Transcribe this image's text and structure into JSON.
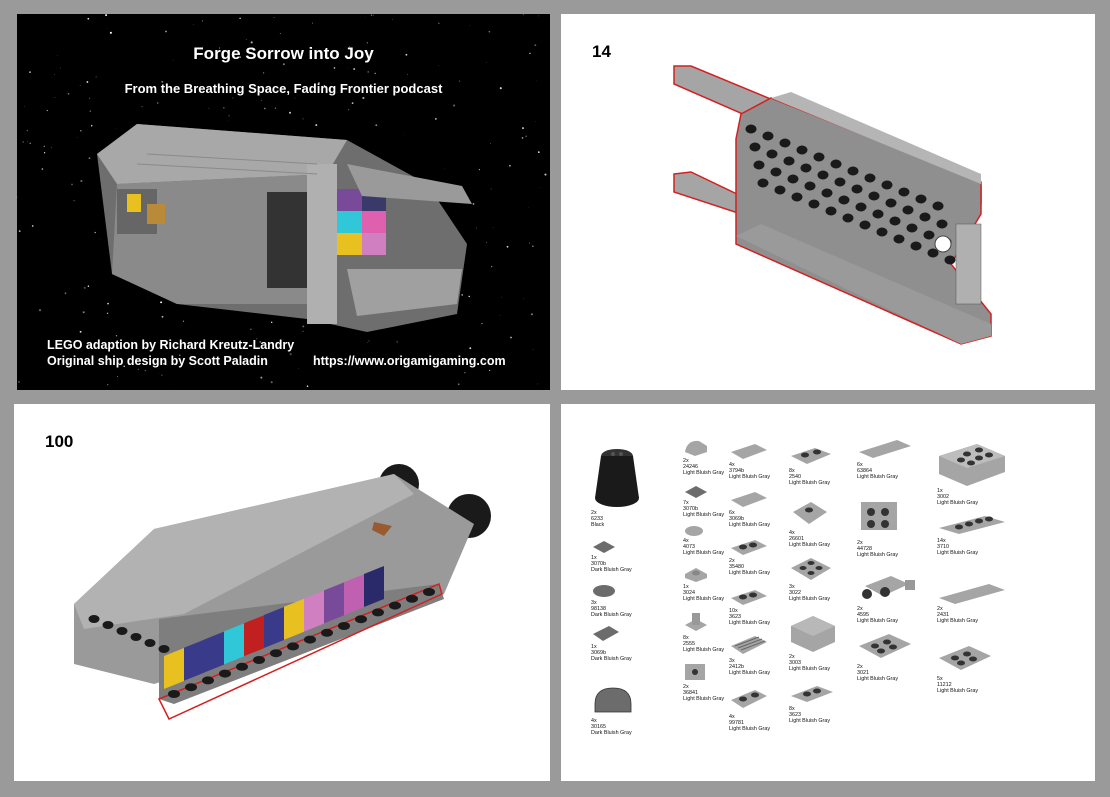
{
  "cover": {
    "title": "Forge Sorrow into Joy",
    "subtitle": "From the Breathing Space, Fading Frontier podcast",
    "credit_adaption": "LEGO adaption by Richard Kreutz-Landry",
    "credit_design": "Original ship design by Scott Paladin",
    "url": "https://www.origamigaming.com"
  },
  "steps": {
    "step_a": "14",
    "step_b": "100"
  },
  "parts": [
    {
      "qty": "2x",
      "id": "6233",
      "color": "Black"
    },
    {
      "qty": "1x",
      "id": "3070b",
      "color": "Dark Bluish Gray"
    },
    {
      "qty": "3x",
      "id": "98138",
      "color": "Dark Bluish Gray"
    },
    {
      "qty": "1x",
      "id": "3069b",
      "color": "Dark Bluish Gray"
    },
    {
      "qty": "4x",
      "id": "30165",
      "color": "Dark Bluish Gray"
    },
    {
      "qty": "2x",
      "id": "24246",
      "color": "Light Bluish Gray"
    },
    {
      "qty": "7x",
      "id": "3070b",
      "color": "Light Bluish Gray"
    },
    {
      "qty": "4x",
      "id": "4073",
      "color": "Light Bluish Gray"
    },
    {
      "qty": "1x",
      "id": "3024",
      "color": "Light Bluish Gray"
    },
    {
      "qty": "8x",
      "id": "2555",
      "color": "Light Bluish Gray"
    },
    {
      "qty": "2x",
      "id": "36841",
      "color": "Light Bluish Gray"
    },
    {
      "qty": "4x",
      "id": "3794b",
      "color": "Light Bluish Gray"
    },
    {
      "qty": "6x",
      "id": "3069b",
      "color": "Light Bluish Gray"
    },
    {
      "qty": "2x",
      "id": "35480",
      "color": "Light Bluish Gray"
    },
    {
      "qty": "10x",
      "id": "3623",
      "color": "Light Bluish Gray"
    },
    {
      "qty": "3x",
      "id": "2412b",
      "color": "Light Bluish Gray"
    },
    {
      "qty": "4x",
      "id": "99781",
      "color": "Light Bluish Gray"
    },
    {
      "qty": "8x",
      "id": "2540",
      "color": "Light Bluish Gray"
    },
    {
      "qty": "4x",
      "id": "26601",
      "color": "Light Bluish Gray"
    },
    {
      "qty": "3x",
      "id": "3022",
      "color": "Light Bluish Gray"
    },
    {
      "qty": "2x",
      "id": "3003",
      "color": "Light Bluish Gray"
    },
    {
      "qty": "8x",
      "id": "3623",
      "color": "Light Bluish Gray"
    },
    {
      "qty": "6x",
      "id": "63864",
      "color": "Light Bluish Gray"
    },
    {
      "qty": "2x",
      "id": "44728",
      "color": "Light Bluish Gray"
    },
    {
      "qty": "2x",
      "id": "4595",
      "color": "Light Bluish Gray"
    },
    {
      "qty": "2x",
      "id": "3021",
      "color": "Light Bluish Gray"
    },
    {
      "qty": "1x",
      "id": "3002",
      "color": "Light Bluish Gray"
    },
    {
      "qty": "14x",
      "id": "3710",
      "color": "Light Bluish Gray"
    },
    {
      "qty": "2x",
      "id": "2431",
      "color": "Light Bluish Gray"
    },
    {
      "qty": "5x",
      "id": "11212",
      "color": "Light Bluish Gray"
    }
  ],
  "colors": {
    "lbg": "#a5a5a5",
    "dbg": "#6c6c6c",
    "black": "#1a1a1a",
    "outline": "#d42020"
  }
}
